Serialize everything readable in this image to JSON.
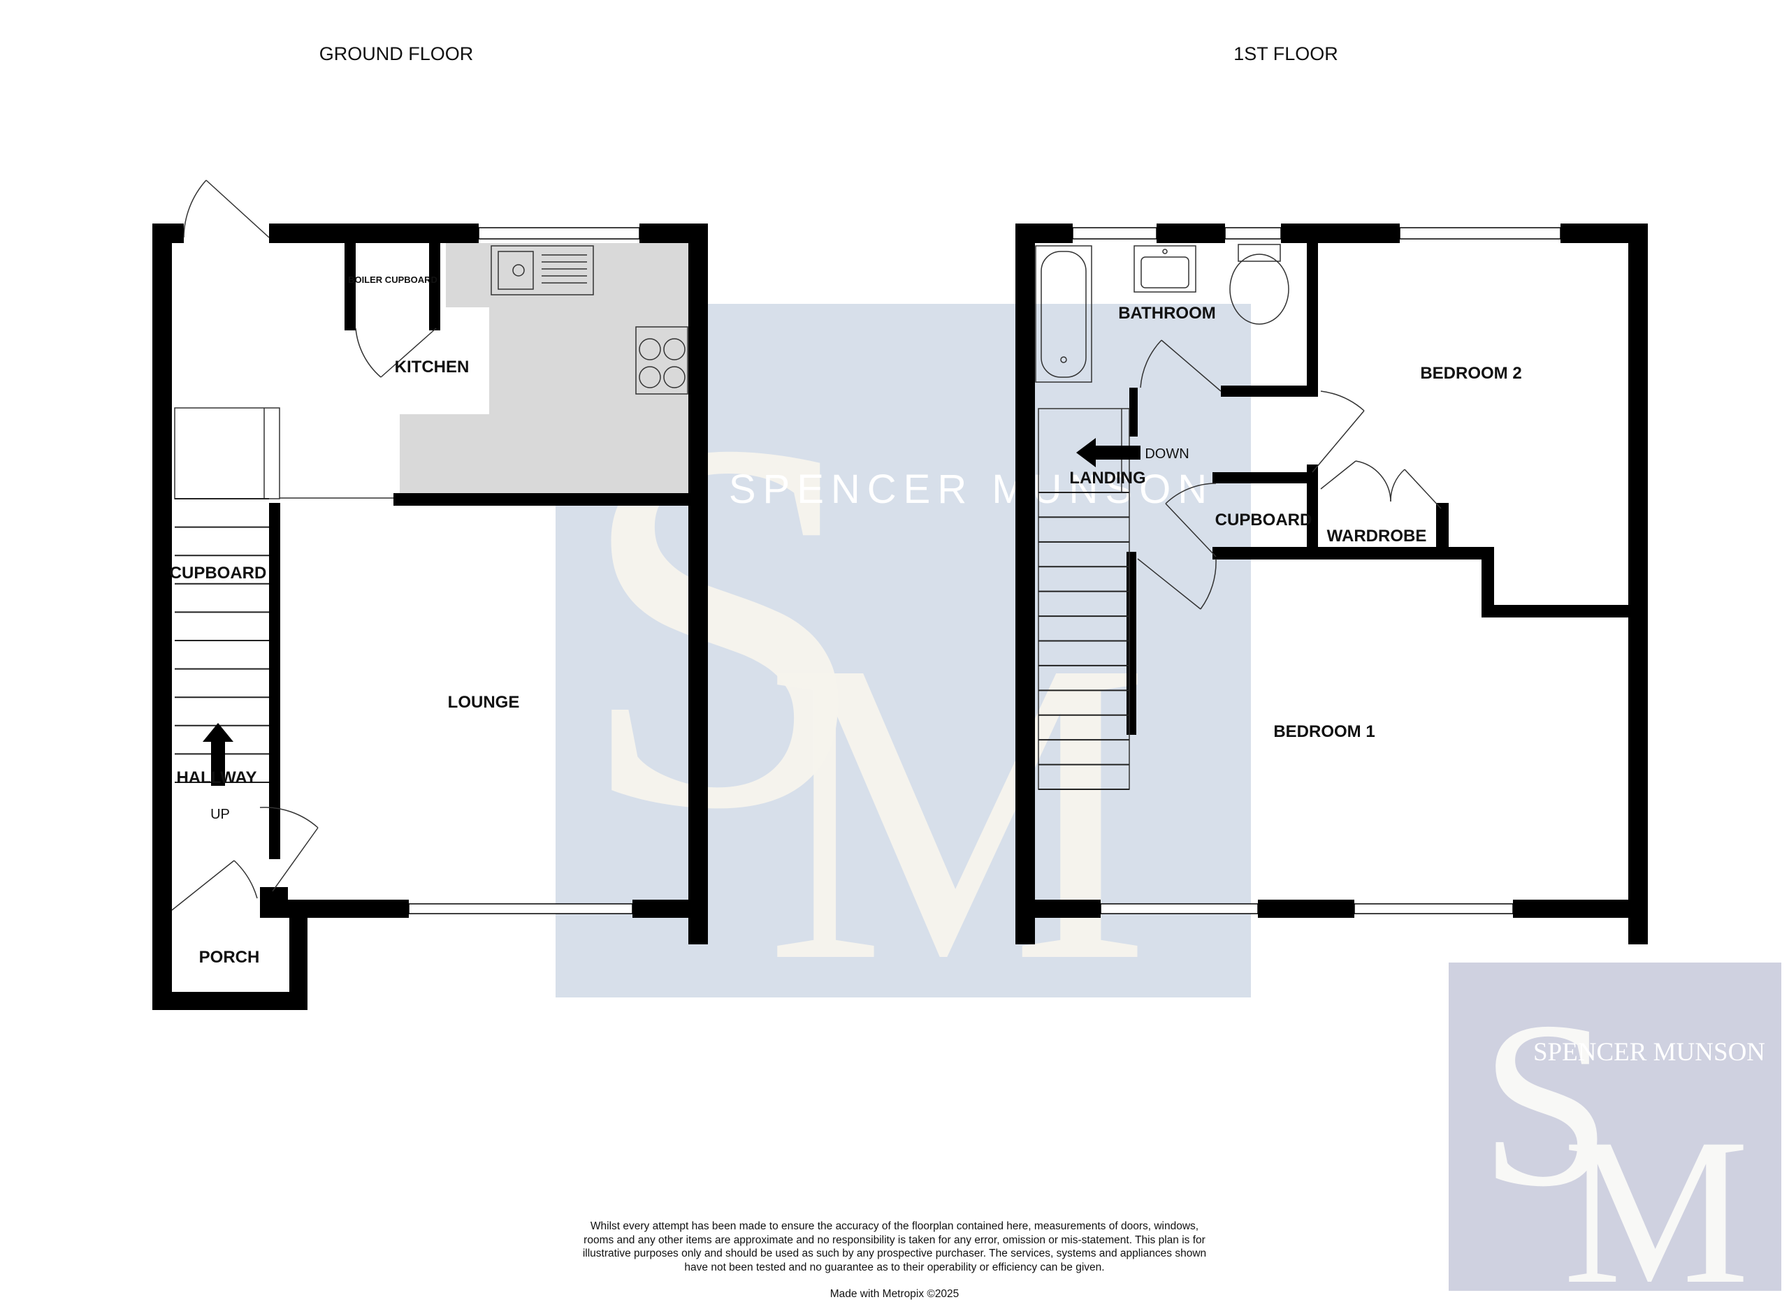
{
  "floors": {
    "ground": {
      "title": "GROUND FLOOR",
      "rooms": {
        "kitchen": "KITCHEN",
        "boiler_cupboard": "BOILER CUPBOARD",
        "lounge": "LOUNGE",
        "cupboard": "CUPBOARD",
        "hallway": "HALLWAY",
        "porch": "PORCH"
      },
      "stairs_label": "UP"
    },
    "first": {
      "title": "1ST FLOOR",
      "rooms": {
        "bathroom": "BATHROOM",
        "bedroom_2": "BEDROOM 2",
        "landing": "LANDING",
        "cupboard": "CUPBOARD",
        "wardrobe": "WARDROBE",
        "bedroom_1": "BEDROOM 1"
      },
      "stairs_label": "DOWN"
    }
  },
  "watermark": {
    "center_text": "SPENCER MUNSON",
    "corner_text": "SPENCER MUNSON",
    "monogram": "SM",
    "center_color": "#c9d4e3",
    "corner_color": "#cfd1e0"
  },
  "footer": {
    "disclaimer": "Whilst every attempt has been made to ensure the accuracy of the floorplan contained here, measurements of doors, windows, rooms and any other items are approximate and no responsibility is taken for any error, omission or mis-statement. This plan is for illustrative purposes only and should be used as such by any prospective purchaser. The services, systems and appliances shown have not been tested and no guarantee as to their operability or efficiency can be given.",
    "credit": "Made with Metropix ©2025"
  }
}
